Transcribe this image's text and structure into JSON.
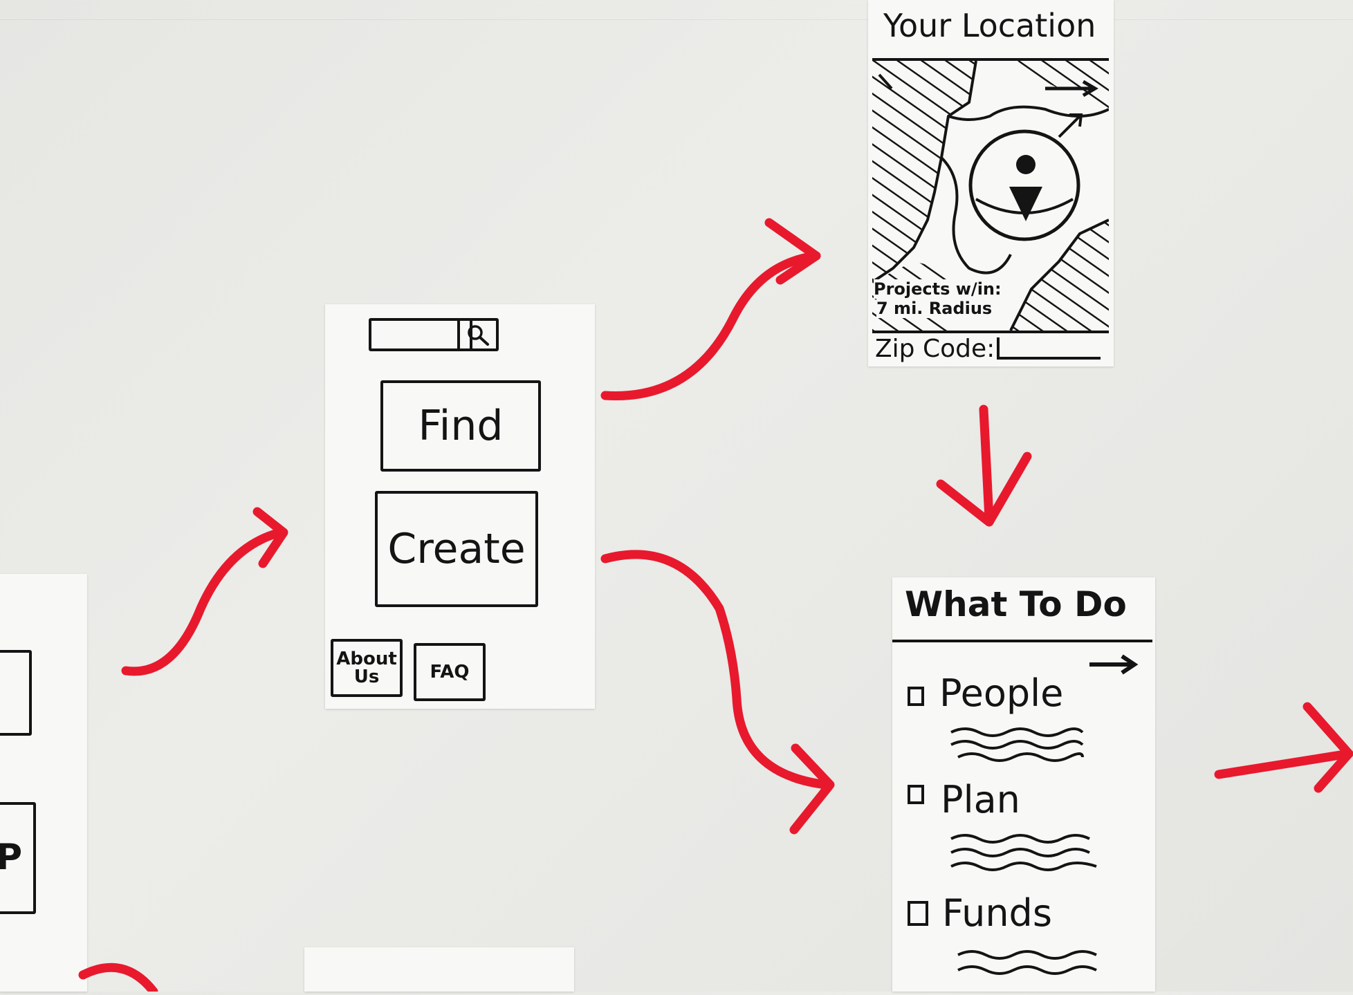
{
  "home_screen": {
    "buttons": {
      "find": "Find",
      "create": "Create",
      "about": "About Us",
      "faq": "FAQ"
    },
    "search_icon": "magnifier-icon"
  },
  "location_screen": {
    "title": "Your Location",
    "map_caption_line1": "Projects w/in:",
    "map_caption_line2": "7 mi. Radius",
    "zip_label": "Zip Code:"
  },
  "todo_screen": {
    "title": "What To Do",
    "items": [
      {
        "label": "People"
      },
      {
        "label": "Plan"
      },
      {
        "label": "Funds"
      }
    ]
  },
  "left_partial_screen": {
    "partial_text": "P"
  },
  "colors": {
    "ink": "#141414",
    "arrow": "#e8192d",
    "paper": "#f8f8f6",
    "board": "#e8e8e5"
  }
}
